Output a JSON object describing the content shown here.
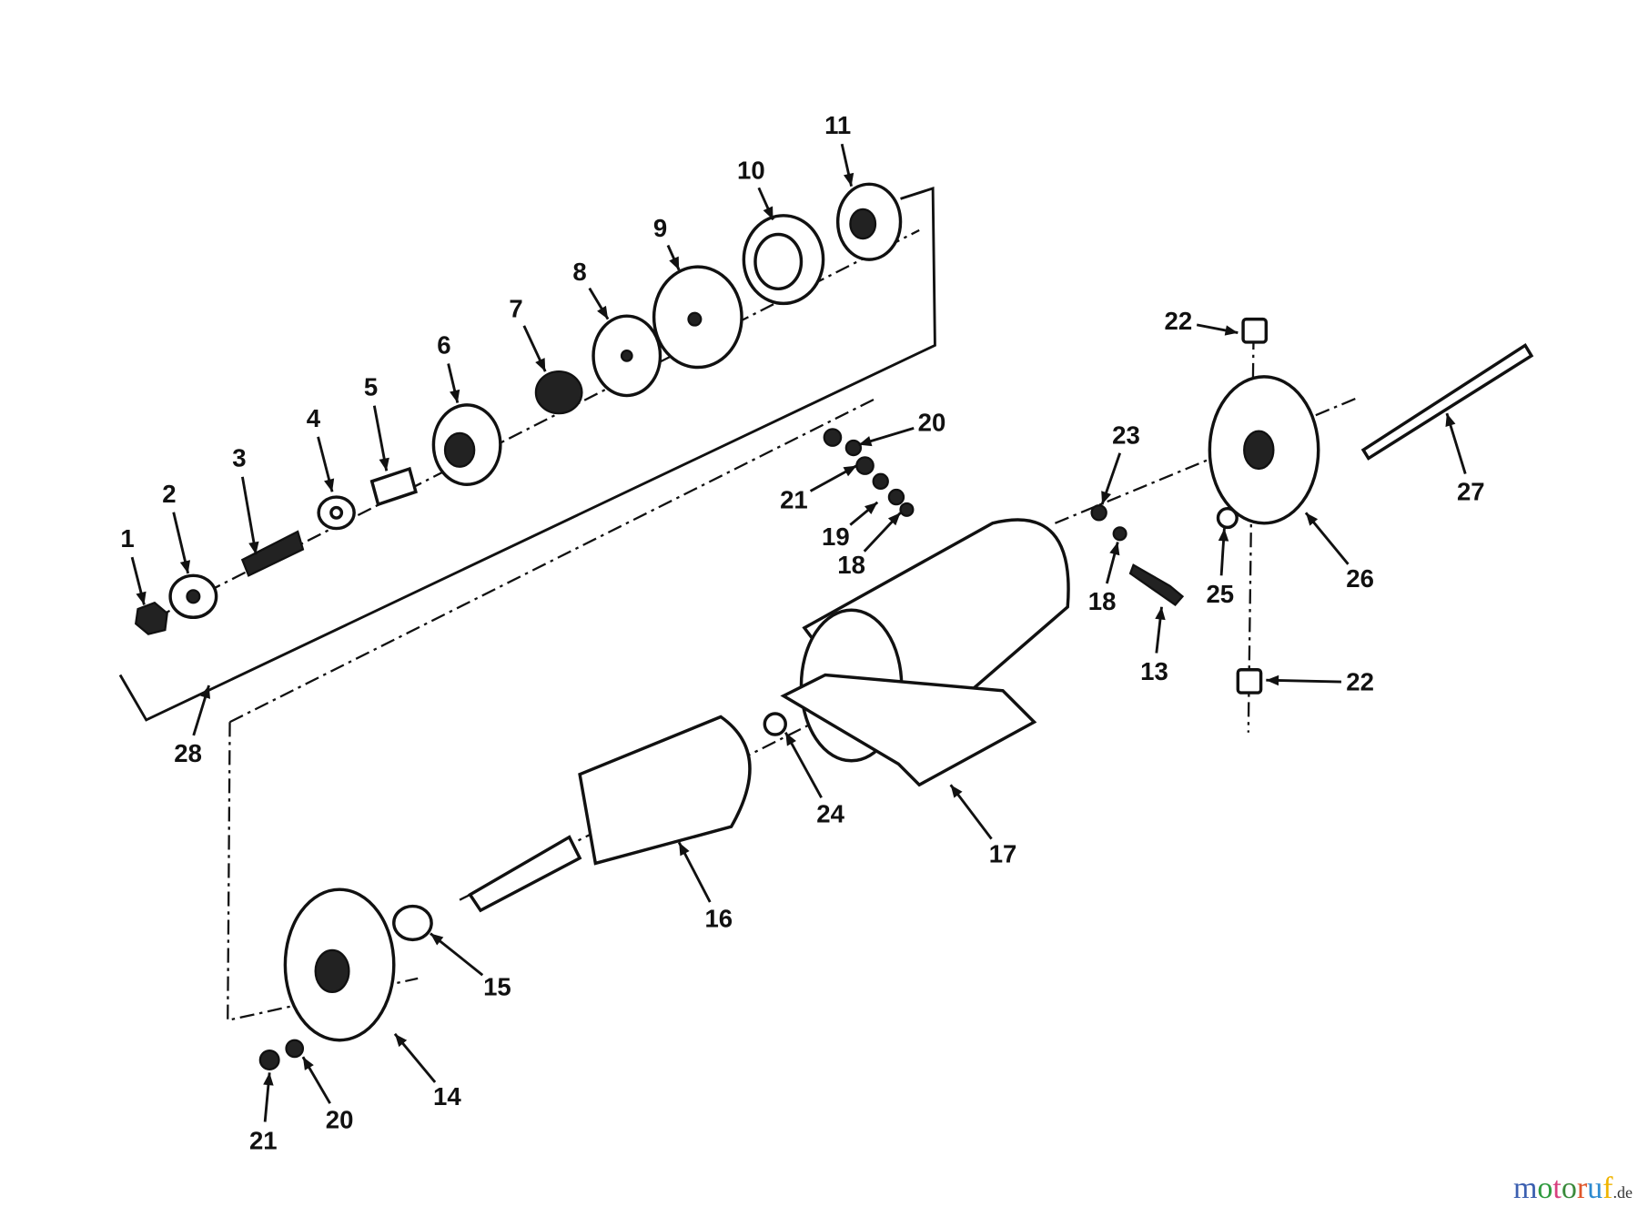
{
  "callouts": [
    "1",
    "2",
    "3",
    "4",
    "5",
    "6",
    "7",
    "8",
    "9",
    "10",
    "11",
    "22",
    "20",
    "21",
    "19",
    "18",
    "23",
    "18",
    "13",
    "25",
    "26",
    "27",
    "22",
    "24",
    "17",
    "16",
    "15",
    "14",
    "20",
    "21",
    "28"
  ],
  "watermark": {
    "text": "motoruf",
    "suffix": ".de",
    "colors": [
      "#3b5fb0",
      "#2e9a3e",
      "#d8407f",
      "#3b8a3b",
      "#e0562a",
      "#2c8ad0",
      "#f0b400"
    ]
  }
}
